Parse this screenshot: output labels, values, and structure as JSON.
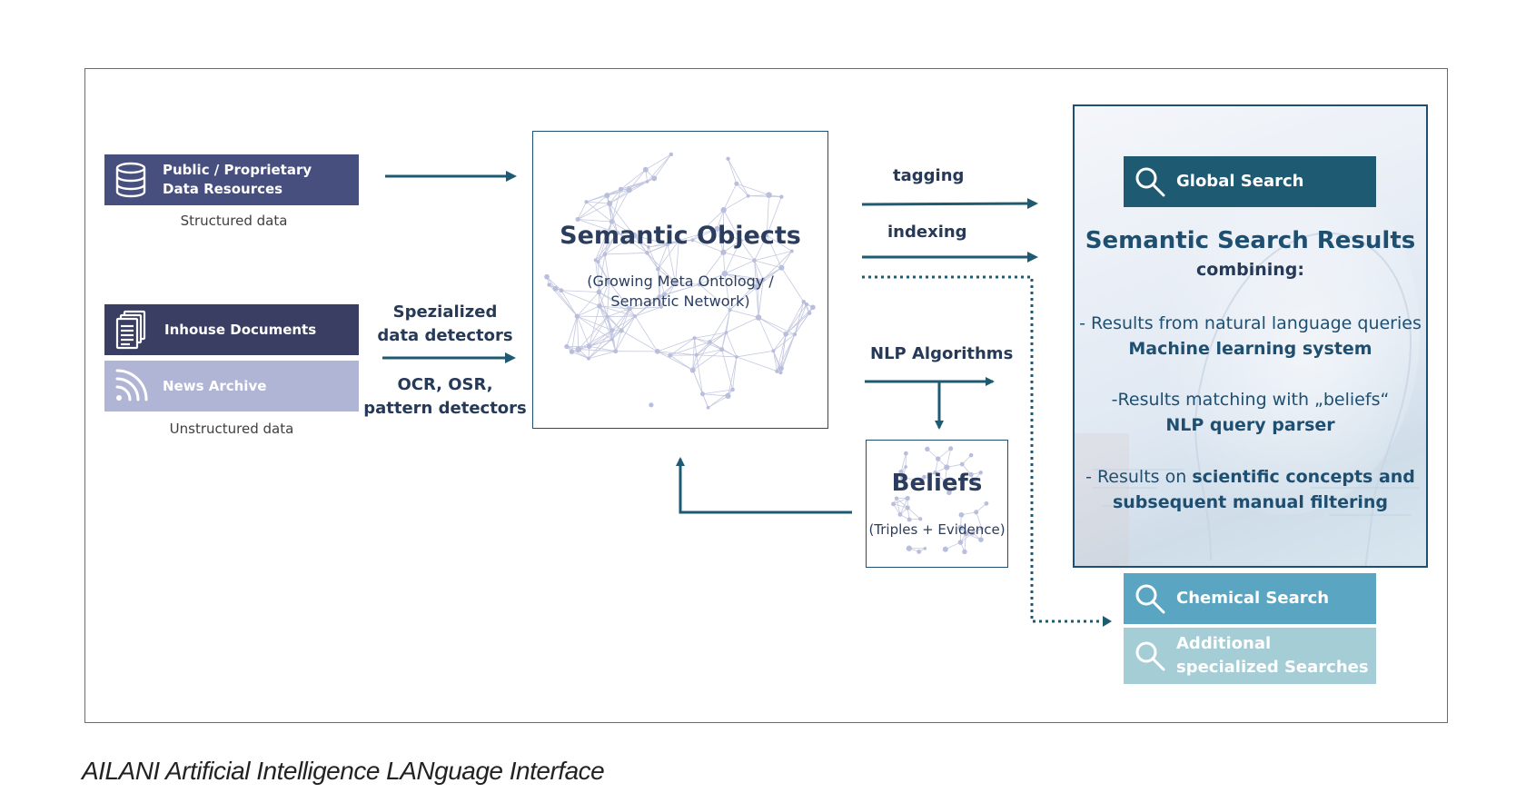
{
  "sources": {
    "structured": {
      "label_line1": "Public / Proprietary",
      "label_line2": "Data Resources",
      "caption": "Structured data",
      "icon": "database-icon",
      "color": "#464f7e"
    },
    "inhouse": {
      "label": "Inhouse Documents",
      "icon": "documents-icon",
      "color": "#393e62"
    },
    "news": {
      "label": "News Archive",
      "icon": "rss-feed-icon",
      "color": "#b0b5d6"
    },
    "unstructured_caption": "Unstructured data"
  },
  "detectors": {
    "line1": "Spezialized",
    "line2": "data detectors",
    "line3": "OCR, OSR,",
    "line4": "pattern detectors"
  },
  "semantic_objects": {
    "title": "Semantic Objects",
    "subtitle_line1": "(Growing Meta Ontology /",
    "subtitle_line2": "Semantic Network)"
  },
  "arrows": {
    "tagging": "tagging",
    "indexing": "indexing",
    "nlp": "NLP Algorithms"
  },
  "beliefs": {
    "title": "Beliefs",
    "subtitle": "(Triples + Evidence)"
  },
  "results": {
    "global_search": "Global Search",
    "title": "Semantic Search Results",
    "combining": "combining:",
    "item1_line1": "- Results from natural language queries",
    "item1_line2": "Machine learning system",
    "item2_line1": "-Results matching with „beliefs“",
    "item2_line2": "NLP query parser",
    "item3_prefix": "- Results on ",
    "item3_bold1": "scientific concepts and",
    "item3_bold2": "subsequent manual filtering"
  },
  "searches": {
    "chemical": "Chemical Search",
    "additional_line1": "Additional",
    "additional_line2": "specialized Searches",
    "global_color": "#1f5a73",
    "chemical_color": "#5aa6c2",
    "additional_color": "#a4cdd6"
  },
  "caption": "AILANI  Artificial Intelligence LANguage Interface"
}
